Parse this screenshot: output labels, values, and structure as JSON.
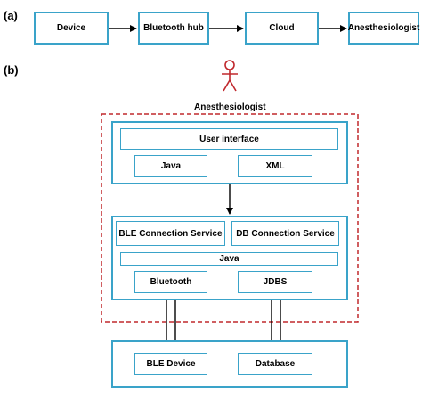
{
  "panel_a": {
    "label": "(a)",
    "nodes": [
      "Device",
      "Bluetooth hub",
      "Cloud",
      "Anesthesiologist"
    ]
  },
  "panel_b": {
    "label": "(b)",
    "actor": "Anesthesiologist",
    "ui_layer": {
      "user_interface": "User interface",
      "java": "Java",
      "xml": "XML"
    },
    "service_layer": {
      "ble_service": "BLE Connection Service",
      "db_service": "DB Connection Service",
      "java": "Java",
      "bluetooth": "Bluetooth",
      "jdbs": "JDBS"
    },
    "hardware_layer": {
      "ble_device": "BLE Device",
      "database": "Database"
    }
  },
  "colors": {
    "box_border": "#3aa3c9",
    "dashed_border": "#c0282d",
    "actor": "#c0282d",
    "arrow": "#000000"
  }
}
